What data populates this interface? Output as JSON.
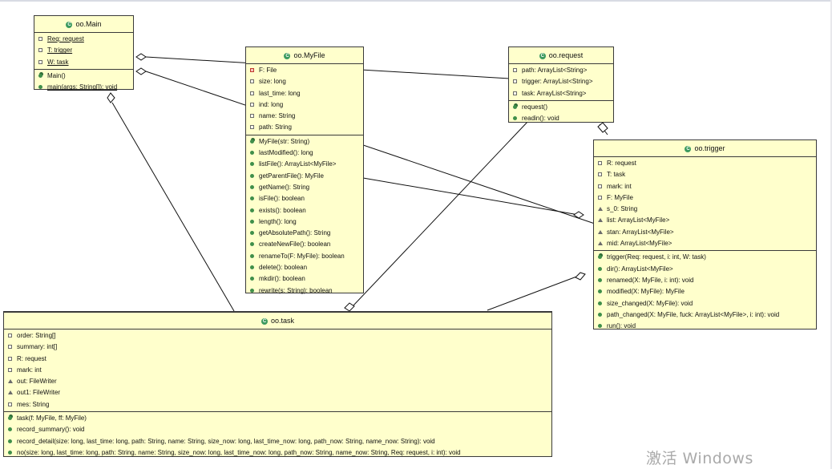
{
  "classes": {
    "main": {
      "title": "oo.Main",
      "fields": [
        "Req: request",
        "T: trigger",
        "W: task"
      ],
      "methods": [
        "Main()",
        "main(args: String[]): void"
      ]
    },
    "myfile": {
      "title": "oo.MyFile",
      "fields": [
        "F: File",
        "size: long",
        "last_time: long",
        "ind: long",
        "name: String",
        "path: String"
      ],
      "methods": [
        "MyFile(str: String)",
        "lastModified(): long",
        "listFile(): ArrayList<MyFile>",
        "getParentFile(): MyFile",
        "getName(): String",
        "isFile(): boolean",
        "exists(): boolean",
        "length(): long",
        "getAbsolutePath(): String",
        "createNewFile(): boolean",
        "renameTo(F: MyFile): boolean",
        "delete(): boolean",
        "mkdir(): boolean",
        "rewrite(s: String): boolean"
      ]
    },
    "request": {
      "title": "oo.request",
      "fields": [
        "path: ArrayList<String>",
        "trigger: ArrayList<String>",
        "task: ArrayList<String>"
      ],
      "methods": [
        "request()",
        "readin(): void"
      ]
    },
    "trigger": {
      "title": "oo.trigger",
      "fields": [
        "R: request",
        "T: task",
        "mark: int",
        "F: MyFile",
        "s_0: String",
        "list: ArrayList<MyFile>",
        "stan: ArrayList<MyFile>",
        "mid: ArrayList<MyFile>"
      ],
      "methods": [
        "trigger(Req: request, i: int, W: task)",
        "dir(): ArrayList<MyFile>",
        "renamed(X: MyFile, i: int): void",
        "modified(X: MyFile): MyFile",
        "size_changed(X: MyFile): void",
        "path_changed(X: MyFile, fuck: ArrayList<MyFile>, i: int): void",
        "run(): void"
      ]
    },
    "task": {
      "title": "oo.task",
      "fields": [
        "order: String[]",
        "summary: int[]",
        "R: request",
        "mark: int",
        "out: FileWriter",
        "out1: FileWriter",
        "mes: String"
      ],
      "methods": [
        "task(f: MyFile, ff: MyFile)",
        "record_summary(): void",
        "record_detail(size: long, last_time: long, path: String, name: String, size_now: long, last_time_now: long, path_now: String, name_now: String): void",
        "no(size: long, last_time: long, path: String, name: String, size_now: long, last_time_now: long, path_now: String, name_now: String, Req: request, i: int): void"
      ]
    }
  },
  "watermark": "激活 Windows"
}
